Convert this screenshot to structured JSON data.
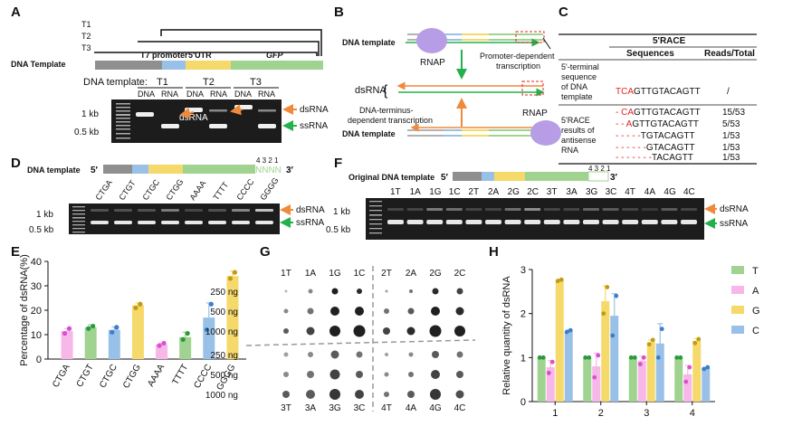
{
  "panels": {
    "A": "A",
    "B": "B",
    "C": "C",
    "D": "D",
    "E": "E",
    "F": "F",
    "G": "G",
    "H": "H"
  },
  "panelA": {
    "t_labels": [
      "T1",
      "T2",
      "T3"
    ],
    "dna_template_label": "DNA Template",
    "seg_labels": {
      "promoter": "T7 promoter",
      "utr": "5'UTR",
      "gfp": "GFP"
    },
    "template_row_label": "DNA template:",
    "groups": [
      "T1",
      "T2",
      "T3"
    ],
    "lane_labels": [
      "DNA",
      "RNA"
    ],
    "size_1kb": "1 kb",
    "size_05kb": "0.5 kb",
    "inner_ds": "dsRNA",
    "ds_label": "dsRNA",
    "ss_label": "ssRNA"
  },
  "panelB": {
    "top_template": "DNA template",
    "rnap1": "RNAP",
    "promoter_transcription": [
      "Promoter-dependent",
      "transcription"
    ],
    "dsrna": "dsRNA",
    "brace": "{",
    "terminus": [
      "DNA-terminus-",
      "dependent transcription"
    ],
    "rnap2": "RNAP",
    "bottom_template": "DNA template"
  },
  "panelC": {
    "title": "5'RACE",
    "headers": [
      "Sequences",
      "Reads/Total"
    ],
    "terminal_label": [
      "5'-terminal",
      "sequence",
      "of DNA",
      "template"
    ],
    "terminal_red": "TCA",
    "terminal_rest": "GTTGTACAGTT",
    "terminal_reads": "/",
    "race_label": [
      "5'RACE",
      "results of",
      "antisense",
      "RNA"
    ],
    "rows": [
      {
        "red": "- CA",
        "black": "GTTGTACAGTT",
        "reads": "15/53"
      },
      {
        "red": "- - A",
        "black": "GTTGTACAGTT",
        "reads": "5/53"
      },
      {
        "red": "- - - - -",
        "black": "TGTACAGTT",
        "reads": "1/53"
      },
      {
        "red": "- - - - - -",
        "black": "GTACAGTT",
        "reads": "1/53"
      },
      {
        "red": "- - - - - - -",
        "black": "TACAGTT",
        "reads": "1/53"
      }
    ]
  },
  "panelD": {
    "template_label": "DNA template",
    "five": "5′",
    "three": "3′",
    "nums": "4 3 2 1",
    "nnnn": "NNNN",
    "lanes": [
      "CTGA",
      "CTGT",
      "CTGC",
      "CTGG",
      "AAAA",
      "TTTT",
      "CCCC",
      "GGGG"
    ],
    "size_1kb": "1 kb",
    "size_05kb": "0.5 kb",
    "ds_label": "dsRNA",
    "ss_label": "ssRNA"
  },
  "panelF": {
    "template_label": "Original DNA template",
    "five": "5′",
    "three": "3′",
    "nums": "4 3 2 1",
    "lanes": [
      "1T",
      "1A",
      "1G",
      "1C",
      "2T",
      "2A",
      "2G",
      "2C",
      "3T",
      "3A",
      "3G",
      "3C",
      "4T",
      "4A",
      "4G",
      "4C"
    ],
    "size_1kb": "1 kb",
    "size_05kb": "0.5 kb",
    "ds_label": "dsRNA",
    "ss_label": "ssRNA"
  },
  "panelG": {
    "top_cols": [
      "1T",
      "1A",
      "1G",
      "1C",
      "2T",
      "2A",
      "2G",
      "2C"
    ],
    "bottom_cols": [
      "3T",
      "3A",
      "3G",
      "3C",
      "4T",
      "4A",
      "4G",
      "4C"
    ],
    "amounts": [
      "250 ng",
      "500 ng",
      "1000 ng"
    ]
  },
  "colors": {
    "gray": "#8f8f8f",
    "blue": "#99c1e8",
    "yellow": "#f6d96b",
    "green": "#9fd38f",
    "pink": "#f7b7e9",
    "orange": "#ef8a3c",
    "arrow_green": "#22b14c",
    "red": "#e52420",
    "purple": "#b79ce6"
  },
  "chart_data": [
    {
      "panel": "E",
      "type": "bar",
      "categories": [
        "CTGA",
        "CTGT",
        "CTGC",
        "CTGG",
        "AAAA",
        "TTTT",
        "CCCC",
        "GGGG"
      ],
      "values": [
        11.5,
        13,
        12,
        22,
        6,
        9,
        17,
        34
      ],
      "errors": [
        1,
        1,
        1.2,
        1,
        0.5,
        2,
        6,
        2
      ],
      "points": [
        [
          10.5,
          12.5
        ],
        [
          12.5,
          13.5
        ],
        [
          11,
          13
        ],
        [
          21,
          22.5
        ],
        [
          5.5,
          6.5
        ],
        [
          8,
          10.5
        ],
        [
          12,
          22.5
        ],
        [
          33,
          35.5
        ]
      ],
      "bar_colors": [
        "#f7b7e9",
        "#9fd38f",
        "#99c1e8",
        "#f6d96b",
        "#f7b7e9",
        "#9fd38f",
        "#99c1e8",
        "#f6d96b"
      ],
      "ylabel": "Percentage of dsRNA(%)",
      "ylim": [
        0,
        40
      ],
      "yticks": [
        0,
        10,
        20,
        30,
        40
      ]
    },
    {
      "panel": "H",
      "type": "bar",
      "categories": [
        "1",
        "2",
        "3",
        "4"
      ],
      "series": [
        {
          "name": "T",
          "color": "#9fd38f",
          "values": [
            1,
            1,
            1,
            1
          ],
          "errors": [
            0,
            0,
            0,
            0
          ],
          "points": [
            [
              1,
              1
            ],
            [
              1,
              1
            ],
            [
              1,
              1
            ],
            [
              1,
              1
            ]
          ]
        },
        {
          "name": "A",
          "color": "#f7b7e9",
          "values": [
            0.78,
            0.8,
            0.93,
            0.62
          ],
          "errors": [
            0.15,
            0.3,
            0.1,
            0.2
          ],
          "points": [
            [
              0.65,
              0.9
            ],
            [
              0.55,
              1.05
            ],
            [
              0.85,
              1.0
            ],
            [
              0.45,
              0.78
            ]
          ]
        },
        {
          "name": "G",
          "color": "#f6d96b",
          "values": [
            2.75,
            2.28,
            1.35,
            1.38
          ],
          "errors": [
            0.03,
            0.35,
            0.05,
            0.05
          ],
          "points": [
            [
              2.74,
              2.77
            ],
            [
              2.0,
              2.6
            ],
            [
              1.3,
              1.4
            ],
            [
              1.33,
              1.42
            ]
          ]
        },
        {
          "name": "C",
          "color": "#99c1e8",
          "values": [
            1.6,
            1.95,
            1.32,
            0.76
          ],
          "errors": [
            0.03,
            0.5,
            0.45,
            0.02
          ],
          "points": [
            [
              1.58,
              1.62
            ],
            [
              1.5,
              2.4
            ],
            [
              1.0,
              1.65
            ],
            [
              0.74,
              0.78
            ]
          ]
        }
      ],
      "ylabel": "Relative quantity of dsRNA",
      "ylim": [
        0,
        3
      ],
      "yticks": [
        0,
        1,
        2,
        3
      ]
    }
  ]
}
